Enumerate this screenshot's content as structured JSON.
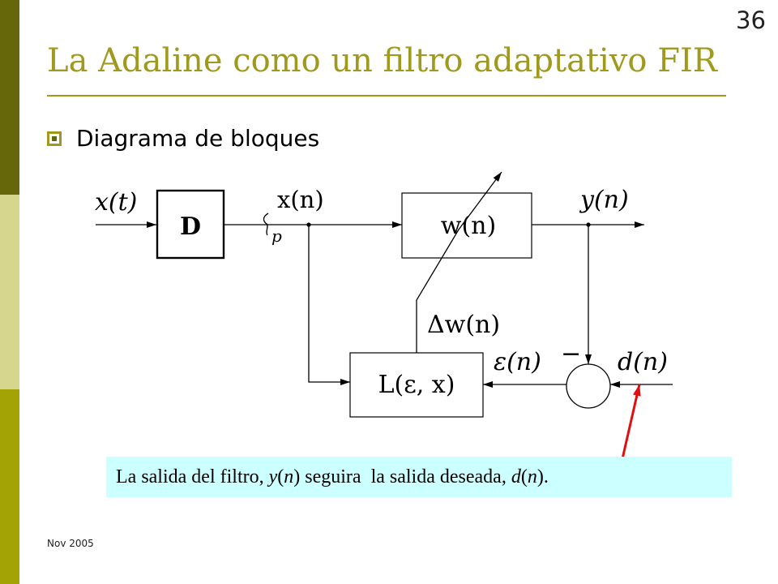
{
  "slide": {
    "page_number": "36",
    "title": "La Adaline como un filtro adaptativo FIR",
    "bullet": "Diagrama de bloques",
    "footer_date": "Nov 2005",
    "colors": {
      "title": "#9f9a1d",
      "sidebar_dark": "#66660a",
      "sidebar_light": "#d6d68e",
      "sidebar_mid": "#a3a305",
      "callout_bg": "#ccffff",
      "arrow_red": "#e01010"
    }
  },
  "diagram": {
    "input_label": "x(t)",
    "delay_block_label": "D",
    "tap_label": "x(n)",
    "tap_subscript": "p",
    "filter_block_label": "w(n)",
    "output_label": "y(n)",
    "update_label": "Δw(n)",
    "learning_block_label": "L(ε, x)",
    "error_label": "ε(n)",
    "minus_sign": "−",
    "desired_label": "d(n)"
  },
  "callout": {
    "prefix": "La salida del filtro, ",
    "y_name": "y",
    "y_arg": "n",
    "middle": " seguira  la salida deseada, ",
    "d_name": "d",
    "d_arg": "n",
    "suffix": "."
  }
}
